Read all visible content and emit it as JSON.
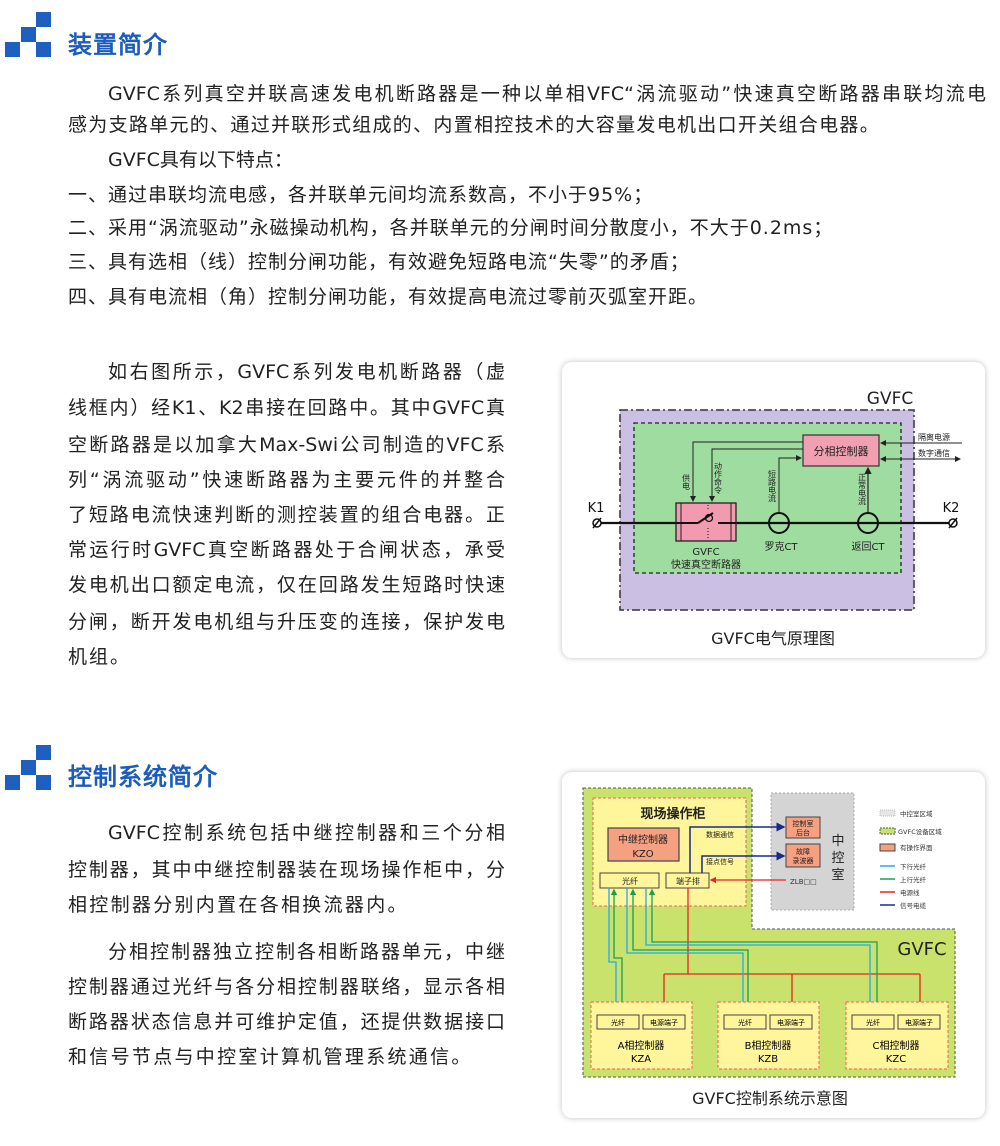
{
  "section1": {
    "title": "装置简介",
    "lines": [
      "GVFC系列真空并联高速发电机断路器是一种以单相VFC“涡流驱动”快速真空断路器串联均流电",
      "感为支路单元的、通过并联形式组成的、内置相控技术的大容量发电机出口开关组合电器。",
      "GVFC具有以下特点：",
      "一、通过串联均流电感，各并联单元间均流系数高，不小于95%；",
      "二、采用“涡流驱动”永磁操动机构，各并联单元的分闸时间分散度小，不大于0.2ms；",
      "三、具有选相（线）控制分闸功能，有效避免短路电流“失零”的矛盾；",
      "四、具有电流相（角）控制分闸功能，有效提高电流过零前灭弧室开距。"
    ]
  },
  "section2": {
    "lines": [
      "如右图所示，GVFC系列发电机断路器（虚",
      "线框内）经K1、K2串接在回路中。其中GVFC真",
      "空断路器是以加拿大Max-Swi公司制造的VFC系",
      "列“涡流驱动”快速断路器为主要元件的并整合",
      "了短路电流快速判断的测控装置的组合电器。正",
      "常运行时GVFC真空断路器处于合闸状态，承受",
      "发电机出口额定电流，仅在回路发生短路时快速",
      "分闸，断开发电机组与升压变的连接，保护发电",
      "机组。"
    ],
    "diagram": {
      "gvfc_label": "GVFC",
      "controller": "分相控制器",
      "isolated_power": "隔离电源",
      "digital_comm": "数字通信",
      "power_supply": "供电",
      "action_cmd": "动作命令",
      "short_current": "短路电流",
      "normal_current": "正常电流",
      "k1": "K1",
      "k2": "K2",
      "breaker_line1": "GVFC",
      "breaker_line2": "快速真空断路器",
      "rogowski_ct": "罗克CT",
      "return_ct": "返回CT",
      "caption": "GVFC电气原理图"
    }
  },
  "section3": {
    "title": "控制系统简介",
    "lines": [
      "GVFC控制系统包括中继控制器和三个分相",
      "控制器，其中中继控制器装在现场操作柜中，分",
      "相控制器分别内置在各相换流器内。",
      "分相控制器独立控制各相断路器单元，中继",
      "控制器通过光纤与各分相控制器联络，显示各相",
      "断路器状态信息并可维护定值，还提供数据接口",
      "和信号节点与中控室计算机管理系统通信。"
    ],
    "diagram": {
      "cabinet": "现场操作柜",
      "relay_ctrl": "中继控制器",
      "relay_code": "KZO",
      "fiber": "光纤",
      "terminal": "端子排",
      "data_comm": "数据通信",
      "contact_signal": "接点信号",
      "ctrl_room_backend": [
        "控制室",
        "后台"
      ],
      "fault_recorder": [
        "故障",
        "录波器"
      ],
      "central_room": [
        "中",
        "控",
        "室"
      ],
      "zlb": "ZLB□□",
      "gvfc_label": "GVFC",
      "power_terminal": "电源端子",
      "phases": [
        {
          "name": "A相控制器",
          "code": "KZA"
        },
        {
          "name": "B相控制器",
          "code": "KZB"
        },
        {
          "name": "C相控制器",
          "code": "KZC"
        }
      ],
      "legend": [
        "中控室区域",
        "GVFC设备区域",
        "有操作界面",
        "下行光纤",
        "上行光纤",
        "电源线",
        "信号电缆"
      ],
      "caption": "GVFC控制系统示意图"
    }
  },
  "colors": {
    "title_blue": "#1c5cbd",
    "downlink_fiber": "#22aaee",
    "uplink_fiber": "#1aa050",
    "power_line": "#ee2222",
    "signal_cable": "#1a2a8c"
  }
}
